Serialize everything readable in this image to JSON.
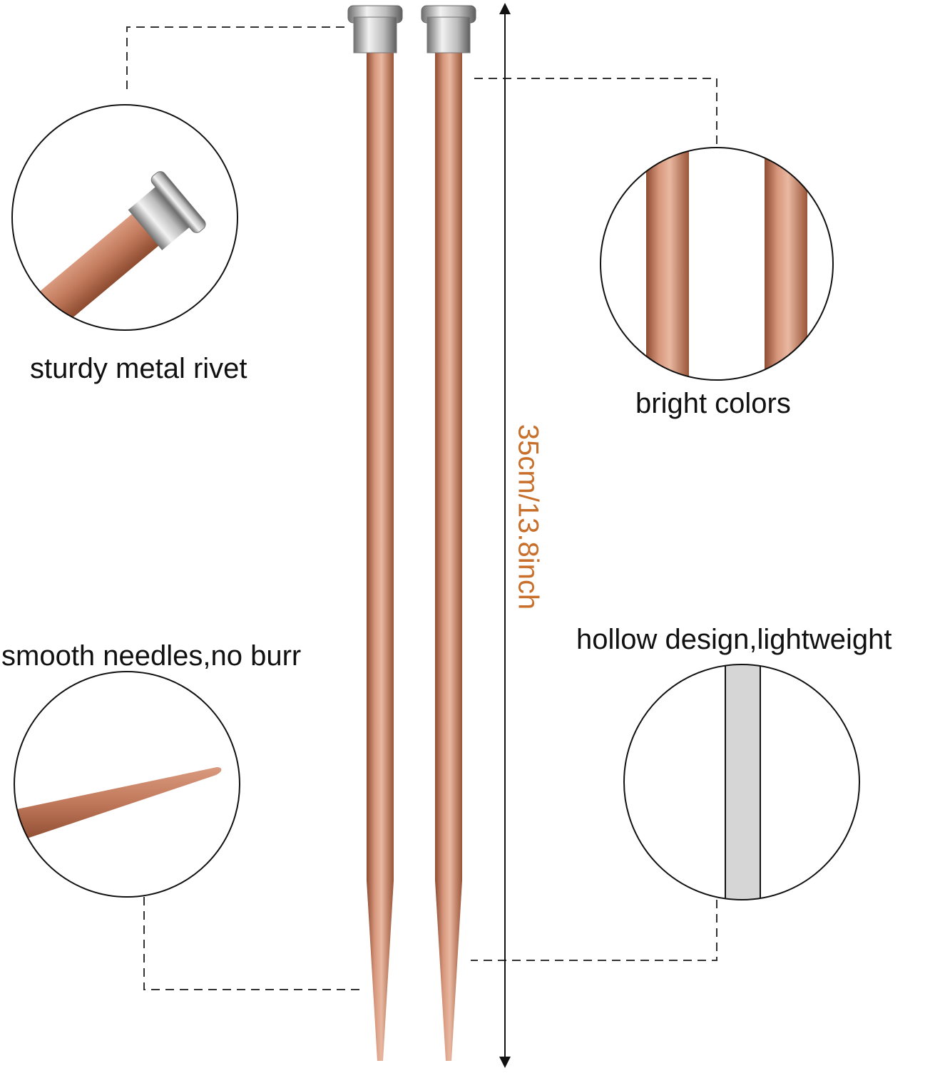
{
  "labels": {
    "rivet": "sturdy metal rivet",
    "colors": "bright colors",
    "tip": "smooth needles,no burr",
    "hollow": "hollow design,lightweight",
    "length": "35cm/13.8inch"
  },
  "colors": {
    "needle": "#c9866a",
    "needle_dark": "#8e4c31",
    "needle_light": "#e8b39c",
    "metal_cap": "#c8c8c8",
    "dimension_text": "#c86f2c",
    "hollow_fill": "#d6d6d6"
  }
}
